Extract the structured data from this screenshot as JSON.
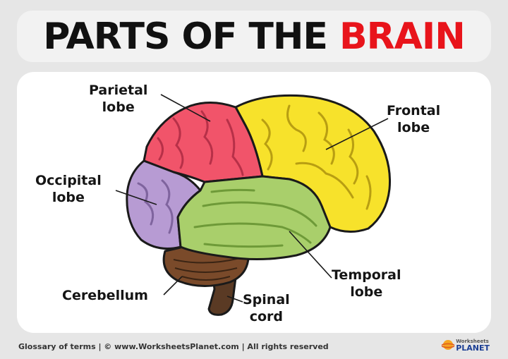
{
  "header": {
    "title_main": "PARTS OF THE",
    "title_accent": "BRAIN"
  },
  "labels": {
    "parietal_line1": "Parietal",
    "parietal_line2": "lobe",
    "frontal_line1": "Frontal",
    "frontal_line2": "lobe",
    "occipital_line1": "Occipital",
    "occipital_line2": "lobe",
    "temporal_line1": "Temporal",
    "temporal_line2": "lobe",
    "cerebellum": "Cerebellum",
    "spinal_line1": "Spinal",
    "spinal_line2": "cord"
  },
  "colors": {
    "title_accent": "#e8141b",
    "frontal": "#f7e22b",
    "parietal": "#f1546a",
    "occipital": "#b79bd3",
    "temporal": "#a9cf6b",
    "cerebellum": "#7a4a2a",
    "spinal_cord": "#5a3a24",
    "outline": "#1a1a1a"
  },
  "footer": {
    "text": "Glossary of terms | © www.WorksheetsPlanet.com | All rights reserved",
    "brand_top": "Worksheets",
    "brand_bottom": "PLANET"
  }
}
